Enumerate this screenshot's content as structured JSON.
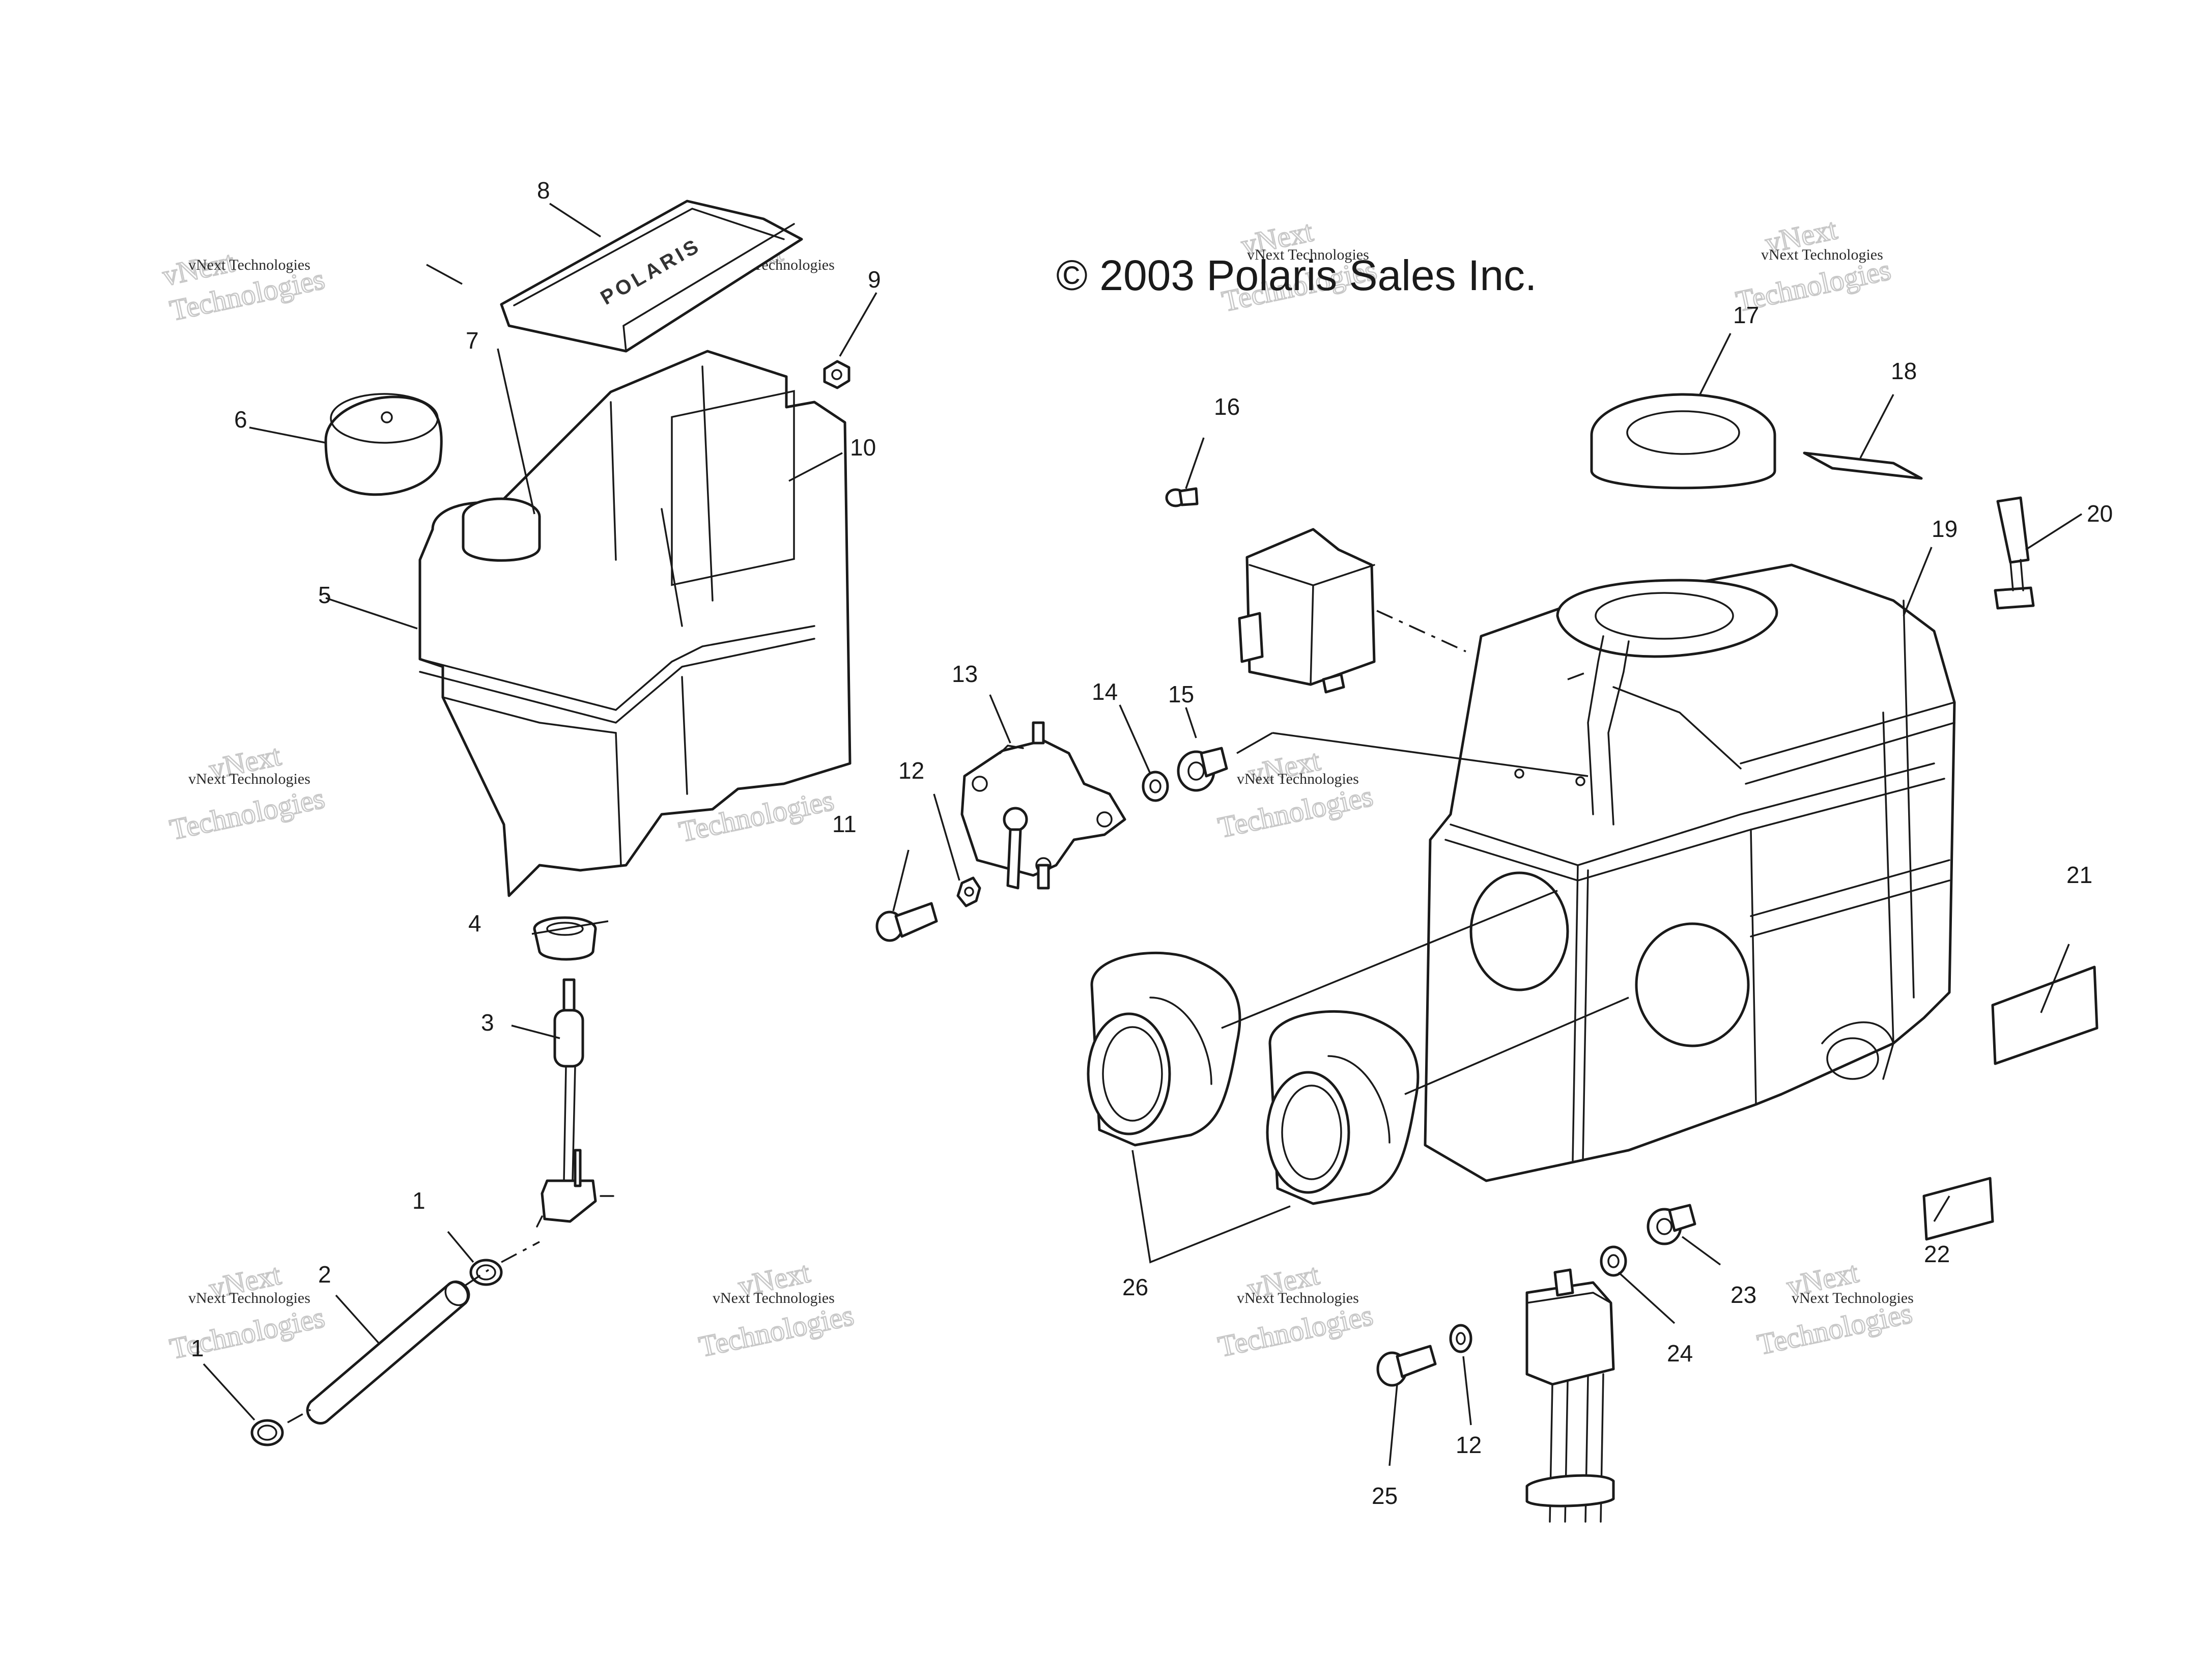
{
  "copyright": "© 2003 Polaris Sales Inc.",
  "watermark": {
    "line1": "vNext",
    "line2": "vNext Technologies",
    "line3": "Technologies"
  },
  "callouts": [
    "1",
    "2",
    "1",
    "3",
    "4",
    "5",
    "6",
    "7",
    "8",
    "9",
    "10",
    "11",
    "12",
    "13",
    "14",
    "15",
    "16",
    "17",
    "18",
    "19",
    "20",
    "21",
    "22",
    "23",
    "24",
    "12",
    "25",
    "26"
  ],
  "decal_text": "POLARIS"
}
